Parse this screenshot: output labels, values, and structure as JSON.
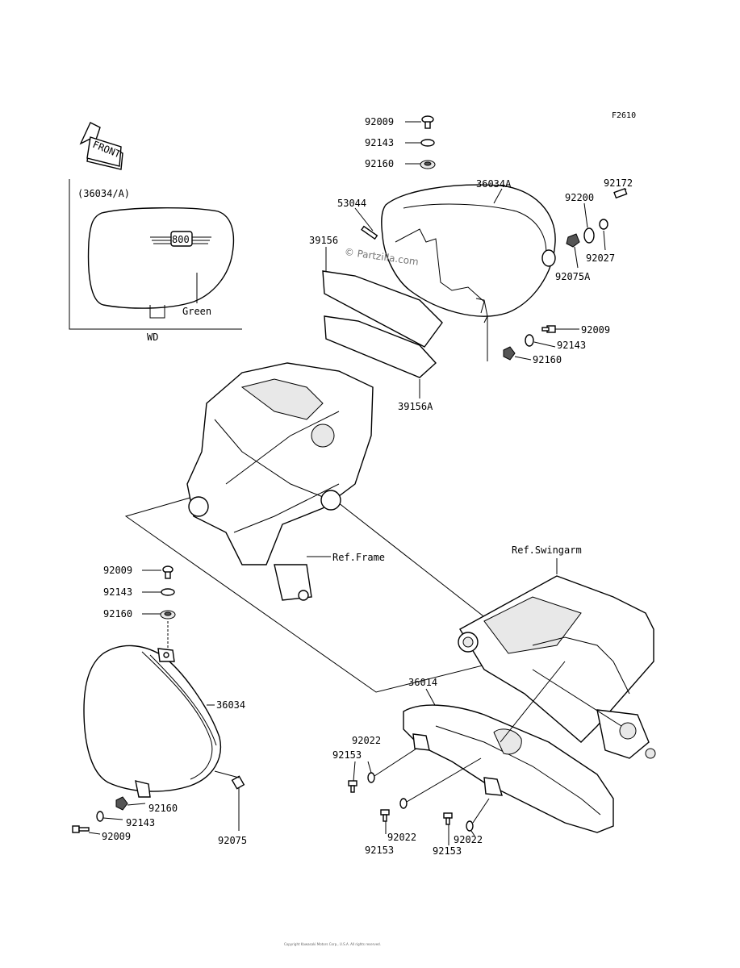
{
  "figure_code": "F2610",
  "front_arrow": "FRONT",
  "inset": {
    "ref": "(36034/A)",
    "emblem": "800",
    "color_note": "Green",
    "region": "WD"
  },
  "watermark": "© Partzilla.com",
  "labels": {
    "p92009_top": "92009",
    "p92143_top": "92143",
    "p92160_top": "92160",
    "p36034A": "36034A",
    "p92172": "92172",
    "p53044": "53044",
    "p92200": "92200",
    "p39156": "39156",
    "p92027": "92027",
    "p92075A": "92075A",
    "p92009_r": "92009",
    "p92143_r": "92143",
    "p92160_r": "92160",
    "p39156A": "39156A",
    "ref_frame": "Ref.Frame",
    "ref_swingarm": "Ref.Swingarm",
    "p92009_l": "92009",
    "p92143_l": "92143",
    "p92160_l": "92160",
    "p36034": "36034",
    "p36014": "36014",
    "p92022_a": "92022",
    "p92153_a": "92153",
    "p92160_b": "92160",
    "p92143_b": "92143",
    "p92009_b": "92009",
    "p92075": "92075",
    "p92022_b": "92022",
    "p92153_b": "92153",
    "p92022_c": "92022",
    "p92153_c": "92153"
  },
  "footer": "Copyright Kawasaki Motors Corp., U.S.A. All rights reserved."
}
